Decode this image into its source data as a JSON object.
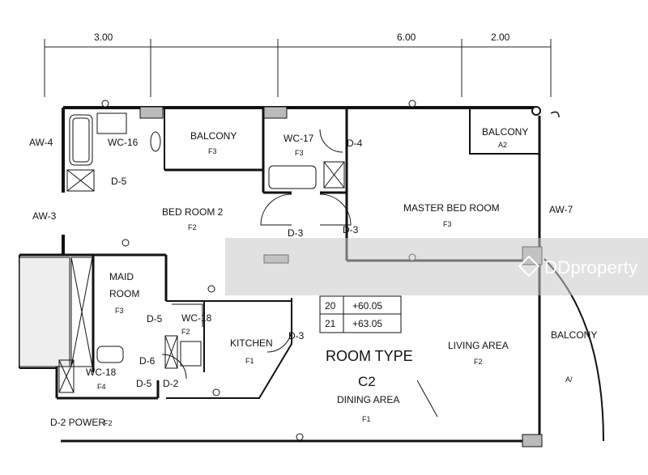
{
  "dimensions": [
    "3.00",
    "6.00",
    "2.00"
  ],
  "rooms": {
    "balcony_top": "BALCONY",
    "balcony_top_code": "F3",
    "wc16": "WC-16",
    "wc17": "WC-17",
    "wc17_code": "F3",
    "balcony_right_top": "BALCONY",
    "balcony_right_top_code": "A2",
    "bedroom2": "BED ROOM 2",
    "bedroom2_code": "F2",
    "master": "MASTER BED ROOM",
    "master_code": "F3",
    "maid_line1": "MAID",
    "maid_line2": "ROOM",
    "maid_code": "F3",
    "wc18a": "WC-18",
    "wc18a_code": "F2",
    "wc18b": "WC-18",
    "wc18b_code": "F4",
    "kitchen": "KITCHEN",
    "kitchen_code": "F1",
    "living": "LIVING AREA",
    "living_code": "F2",
    "dining": "DINING AREA",
    "dining_code": "F1",
    "balcony_right": "BALCONY",
    "balcony_right_code": "A/"
  },
  "labels": {
    "aw4": "AW-4",
    "aw3": "AW-3",
    "aw7": "AW-7",
    "d5_top": "D-5",
    "d4": "D-4",
    "d3_a": "D-3",
    "d3_b": "D-3",
    "d3_c": "D-3",
    "d5_mid": "D-5",
    "d6": "D-6",
    "d5_low": "D-5",
    "d2": "D-2",
    "d2_power": "D-2 POWER",
    "d2_power_code": "F2"
  },
  "room_type": {
    "title": "ROOM TYPE",
    "code": "C2"
  },
  "floor_table": [
    {
      "floor": "20",
      "level": "+60.05"
    },
    {
      "floor": "21",
      "level": "+63.05"
    }
  ],
  "watermark": "DDproperty"
}
